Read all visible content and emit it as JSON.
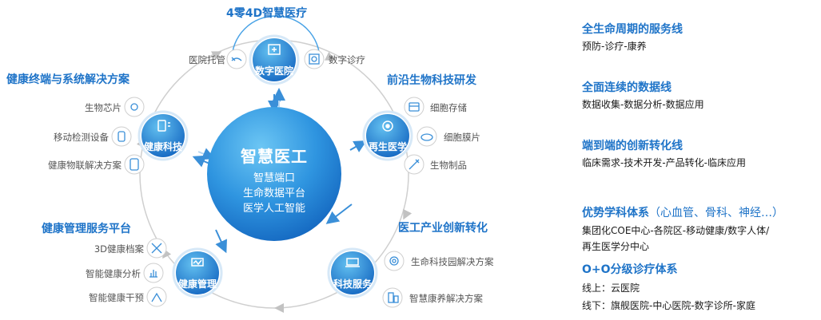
{
  "center": {
    "title": "智慧医工",
    "lines": [
      "智慧端口",
      "生命数据平台",
      "医学人工智能"
    ]
  },
  "hubs": {
    "digital_hospital": {
      "label": "数字医院",
      "group_title": "4零4D智慧医疗",
      "items": [
        "医院托管",
        "数字诊疗"
      ]
    },
    "regen_medicine": {
      "label": "再生医学",
      "group_title": "前沿生物科技研发",
      "items": [
        "细胞存储",
        "细胞膜片",
        "生物制品"
      ]
    },
    "tech_service": {
      "label": "科技服务",
      "group_title": "医工产业创新转化",
      "items": [
        "生命科技园解决方案",
        "智慧康养解决方案"
      ]
    },
    "health_mgmt": {
      "label": "健康管理",
      "group_title": "健康管理服务平台",
      "items": [
        "3D健康档案",
        "智能健康分析",
        "智能健康干预"
      ]
    },
    "health_tech": {
      "label": "健康科技",
      "group_title": "健康终端与系统解决方案",
      "items": [
        "生物芯片",
        "移动检测设备",
        "健康物联解决方案"
      ]
    }
  },
  "right_panel": {
    "s1": {
      "title": "全生命周期的服务线",
      "text": "预防-诊疗-康养"
    },
    "s2": {
      "title": "全面连续的数据线",
      "text": "数据收集-数据分析-数据应用"
    },
    "s3": {
      "title": "端到端的创新转化线",
      "text": "临床需求-技术开发-产品转化-临床应用"
    },
    "s4": {
      "title": "优势学科体系",
      "title_paren": "（心血管、骨科、神经…）",
      "lines": [
        "集团化COE中心-各院区-移动健康/数字人体/",
        "再生医学分中心"
      ]
    },
    "s5": {
      "title": "O+O分级诊疗体系",
      "lines": [
        "线上：云医院",
        "线下：旗舰医院-中心医院-数字诊所-家庭"
      ]
    }
  },
  "colors": {
    "accent": "#1f74c8",
    "hub_light": "#4fb0ec",
    "hub_dark": "#1565c0",
    "ring": "#cccccc"
  }
}
